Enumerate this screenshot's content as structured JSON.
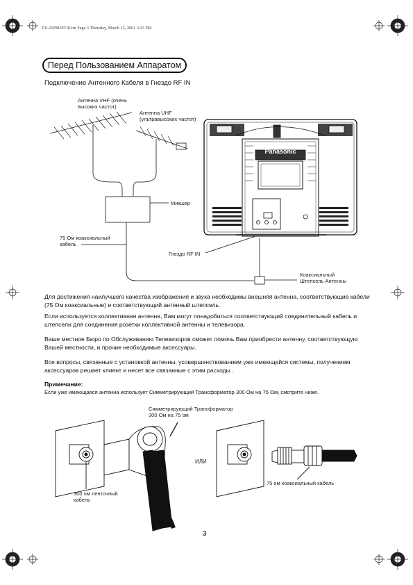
{
  "file_header": "TX-21PM30T/R.fm  Page 3  Thursday, March 15, 2001  3:23 PM",
  "title": "Перед Пользованием Аппаратом",
  "subtitle": "Подключение Антенного Кабеля в Гнездо RF IN",
  "diagram1": {
    "vhf_label_1": "Антенна VHF (очень",
    "vhf_label_2": "высоких частот)",
    "uhf_label_1": "Антенна UHF",
    "uhf_label_2": "(ультравысоких частот)",
    "mixer_label": "Микшер",
    "cable_label_1": "75 Ом коаксиальный",
    "cable_label_2": "кабель",
    "rf_in_label": "Гнездо RF IN",
    "plug_label_1": "Коаксиальный",
    "plug_label_2": "Штепсель  Антенны",
    "brand": "Panasonic"
  },
  "paragraphs": [
    "Для достижения наилучшего качества изображения и звука необходимы внешняя антенна, соответствующие кабели (75 Ом коаксиальные) и соответствующий антенный штепсель.",
    "Если используется коллективная антенна, Вам могут понадобиться соответствующий соединительный кабель и штепсели для соединения розетки коллективной антенны и телевизора.",
    "Ваше местное Бюро по Обслуживанию Телевизоров сможет помочь Вам приобрести антенну, соответствующую Вашей местности, и прочие необходимые аксессуары.",
    "Все вопросы, связанные с установкой антенны, усовершенствованием уже имеющейся системы, получением аксессуаров  решает  клиент и несет все связанные с этим расходы ."
  ],
  "note_title": "Примечание:",
  "note_text": "Если уже имеющаяся антенна использует Симметрирующий Трансформатор 300 Ом на 75 Ом, смотрите ниже.",
  "diagram2": {
    "transformer_label_1": "Симметрирующий Трансформатор",
    "transformer_label_2": "300 Ом на 75 ом",
    "or_label": "ИЛИ",
    "ribbon_label_1": "300 ом ленточный",
    "ribbon_label_2": "кабель",
    "coax_label": "75 ом коаксиальный кабель"
  },
  "page_number": "3"
}
